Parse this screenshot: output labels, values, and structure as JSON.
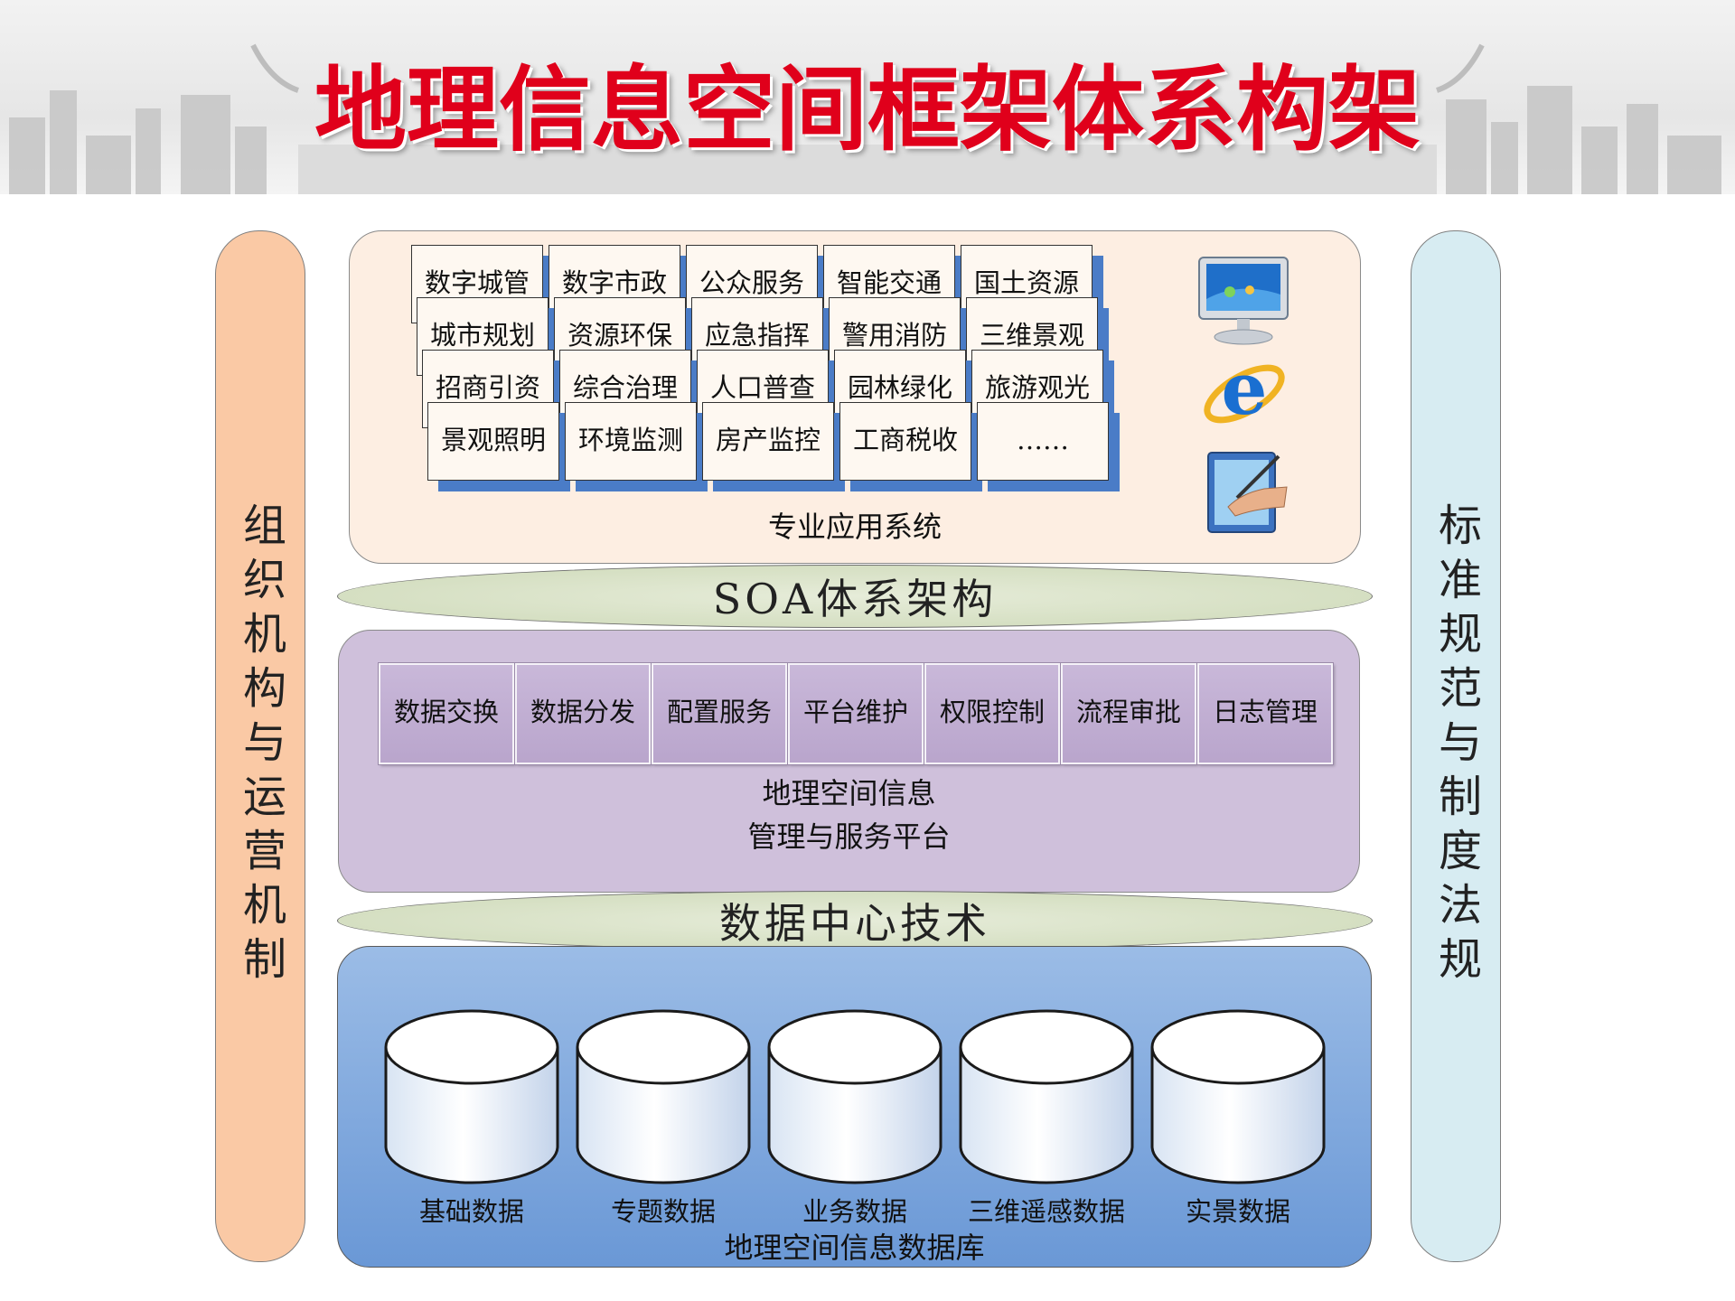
{
  "title": "地理信息空间框架体系构架",
  "left_pillar": "组织机构与运营机制",
  "right_pillar": "标准规范与制度法规",
  "applications": {
    "rows": [
      [
        "数字城管",
        "数字市政",
        "公众服务",
        "智能交通",
        "国土资源"
      ],
      [
        "城市规划",
        "资源环保",
        "应急指挥",
        "警用消防",
        "三维景观"
      ],
      [
        "招商引资",
        "综合治理",
        "人口普查",
        "园林绿化",
        "旅游观光"
      ],
      [
        "景观照明",
        "环境监测",
        "房产监控",
        "工商税收",
        "……"
      ]
    ],
    "caption": "专业应用系统",
    "icons": [
      "desktop-monitor-icon",
      "internet-explorer-icon",
      "tablet-pen-icon"
    ]
  },
  "band_soa": "SOA体系架构",
  "platform": {
    "services": [
      "数据交换",
      "数据分发",
      "配置服务",
      "平台维护",
      "权限控制",
      "流程审批",
      "日志管理"
    ],
    "caption_line1": "地理空间信息",
    "caption_line2": "管理与服务平台"
  },
  "band_datacenter": "数据中心技术",
  "database": {
    "items": [
      "基础数据",
      "专题数据",
      "业务数据",
      "三维遥感数据",
      "实景数据"
    ],
    "caption": "地理空间信息数据库"
  }
}
